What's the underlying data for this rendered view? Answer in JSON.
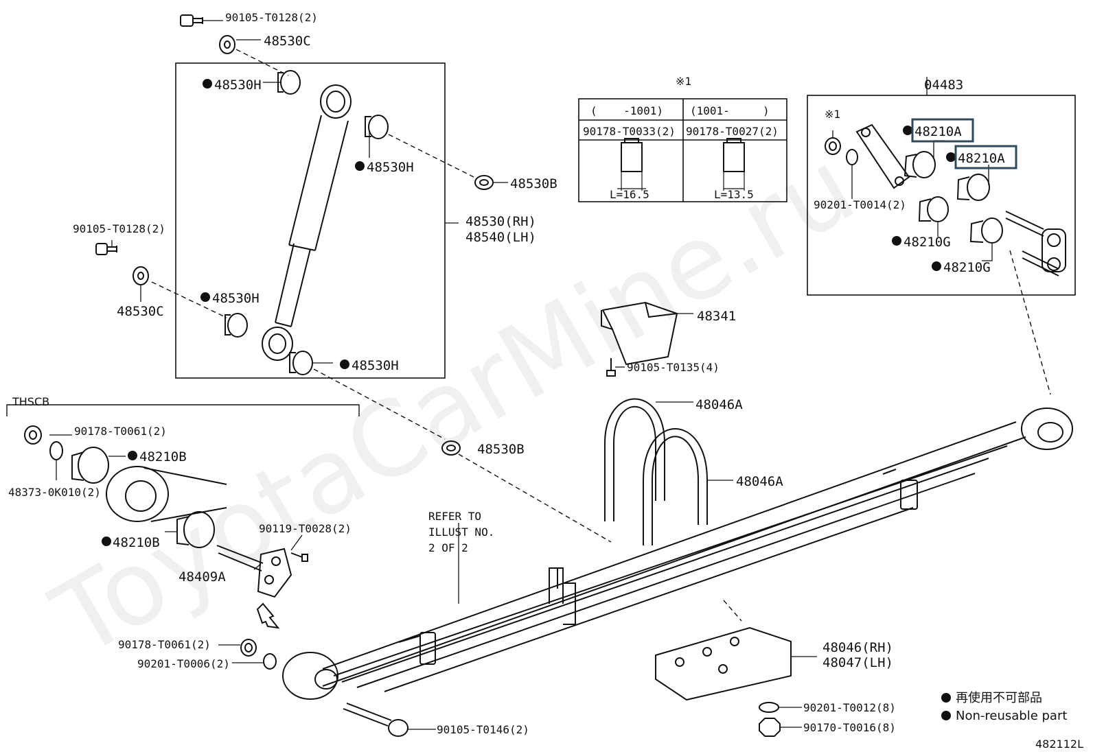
{
  "watermark": "ToyotaCarMine.ru",
  "labels": {
    "top_bolt": "90105-T0128(2)",
    "top_washer": "48530C",
    "shock_bush_h1": "48530H",
    "shock_bush_h2": "48530H",
    "shock_bush_h3": "48530H",
    "shock_bush_h4": "48530H",
    "shock_b_upper": "48530B",
    "shock_b_lower": "48530B",
    "shock_rh": "48530(RH)",
    "shock_lh": "48540(LH)",
    "left_bolt": "90105-T0128(2)",
    "left_washer": "48530C",
    "kit_number": "04483",
    "kit_note": "※1",
    "kit_48210a_1": "48210A",
    "kit_48210a_2": "48210A",
    "kit_washer": "90201-T0014(2)",
    "kit_48210g_1": "48210G",
    "kit_48210g_2": "48210G",
    "bracket": "48341",
    "bracket_bolt": "90105-T0135(4)",
    "ubolt_1": "48046A",
    "ubolt_2": "48046A",
    "thscb": "THSCB",
    "thscb_nut": "90178-T0061(2)",
    "thscb_48210b_1": "48210B",
    "thscb_washer": "48373-0K010(2)",
    "thscb_48210b_2": "48210B",
    "thscb_bolt": "90119-T0028(2)",
    "thscb_plate": "48409A",
    "refer": [
      "REFER TO",
      "ILLUST NO.",
      "2 OF 2"
    ],
    "front_nut": "90178-T0061(2)",
    "front_washer": "90201-T0006(2)",
    "front_bolt": "90105-T0146(2)",
    "seat_rh": "48046(RH)",
    "seat_lh": "48047(LH)",
    "seat_washer": "90201-T0012(8)",
    "seat_nut": "90170-T0016(8)",
    "legend_jp": "再使用不可部品",
    "legend_en": "Non-reusable part",
    "figure_id": "482112L"
  },
  "table": {
    "note": "※1",
    "headers": [
      "(    -1001)",
      "(1001-     )"
    ],
    "parts": [
      "90178-T0033(2)",
      "90178-T0027(2)"
    ],
    "lengths": [
      "L=16.5",
      "L=13.5"
    ]
  },
  "colors": {
    "highlight": "#2f4a5c",
    "line": "#111111"
  }
}
